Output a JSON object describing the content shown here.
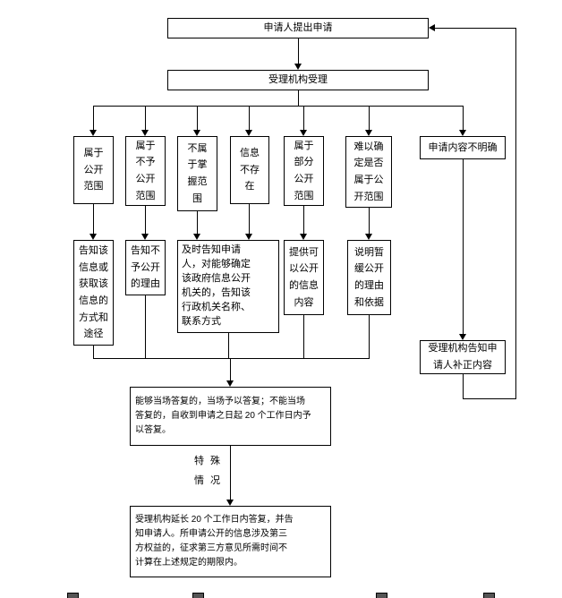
{
  "diagram": {
    "type": "flowchart",
    "nodes": {
      "start": "申请人提出申请",
      "accept": "受理机构受理",
      "branch_public": "属于\n公开\n范围",
      "branch_no_disclosure": "属于\n不予\n公开\n范围",
      "branch_not_held": "不属\n于掌\n握范\n围",
      "branch_not_exist": "信息\n不存\n在",
      "branch_partial": "属于\n部分\n公开\n范围",
      "branch_uncertain": "难以确\n定是否\n属于公\n开范围",
      "branch_unclear": "申请内容不明确",
      "action_access_way": "告知该\n信息或\n获取该\n信息的\n方式和\n途径",
      "action_reason": "告知不\n予公开\n的理由",
      "action_agency": "及时告知申请\n人，对能够确定\n该政府信息公开\n机关的，告知该\n行政机关名称、\n联系方式",
      "action_partial": "提供可\n以公开\n的信息\n内容",
      "action_postpone": "说明暂\n缓公开\n的理由\n和依据",
      "action_supplement": "受理机构告知申\n请人补正内容",
      "reply_rule": "能够当场答复的，当场予以答复；不能当场\n答复的，自收到申请之日起 20 个工作日内予\n以答复。",
      "special_label": "特殊\n情况",
      "extend_rule": "受理机构延长 20 个工作日内答复，并告\n知申请人。所申请公开的信息涉及第三\n方权益的，征求第三方意见所需时间不\n计算在上述规定的期限内。"
    }
  }
}
